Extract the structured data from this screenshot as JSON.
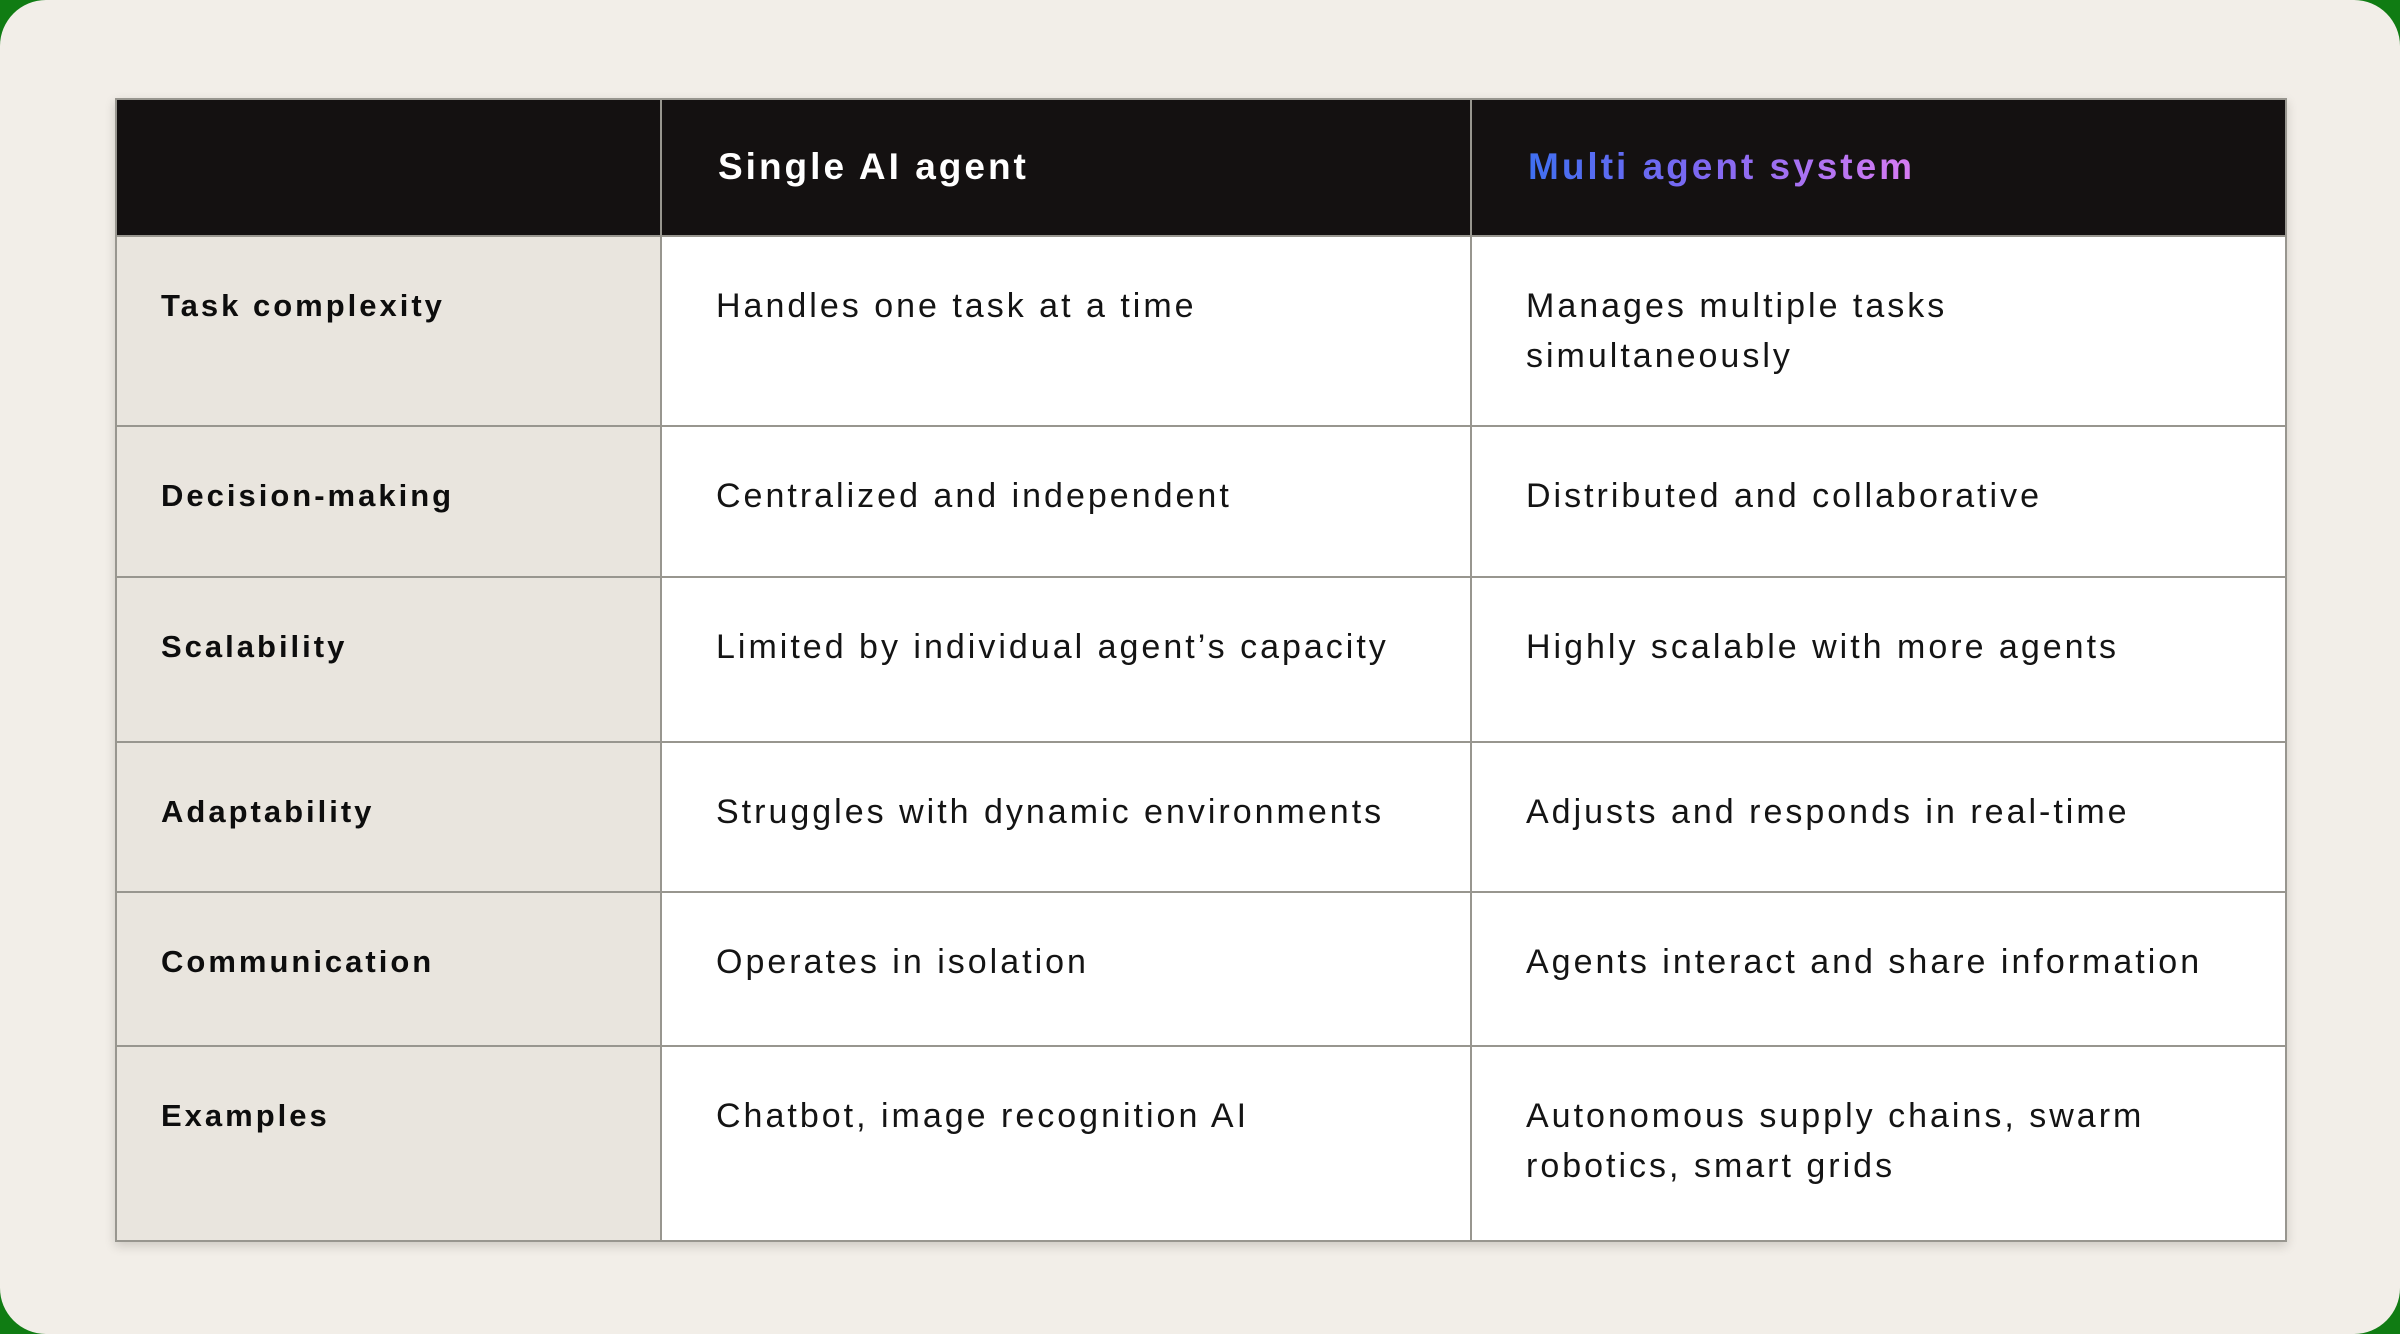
{
  "colors": {
    "frame_green": "#107c13",
    "card_background": "#f2eee8",
    "header_background": "#141111",
    "header_single_text": "#ffffff",
    "multi_gradient_start": "#3f6ff1",
    "multi_gradient_end": "#d87cf2",
    "label_column_background": "#e9e5de",
    "cell_background": "#ffffff",
    "grid_border": "#98968f",
    "body_text": "#141414"
  },
  "chart_data": {
    "type": "table",
    "columns": [
      "",
      "Single AI agent",
      "Multi agent system"
    ],
    "rows": [
      {
        "feature": "Task complexity",
        "single_ai_agent": "Handles one task at a time",
        "multi_agent_system": "Manages multiple tasks\nsimultaneously"
      },
      {
        "feature": "Decision-making",
        "single_ai_agent": "Centralized and independent",
        "multi_agent_system": "Distributed and collaborative"
      },
      {
        "feature": "Scalability",
        "single_ai_agent": "Limited by individual agent’s capacity",
        "multi_agent_system": "Highly scalable with more agents"
      },
      {
        "feature": "Adaptability",
        "single_ai_agent": "Struggles with dynamic environments",
        "multi_agent_system": "Adjusts and responds in real-time"
      },
      {
        "feature": "Communication",
        "single_ai_agent": "Operates in isolation",
        "multi_agent_system": "Agents interact and share information"
      },
      {
        "feature": "Examples",
        "single_ai_agent": "Chatbot, image recognition AI",
        "multi_agent_system": "Autonomous supply chains, swarm\nrobotics, smart grids"
      }
    ]
  }
}
